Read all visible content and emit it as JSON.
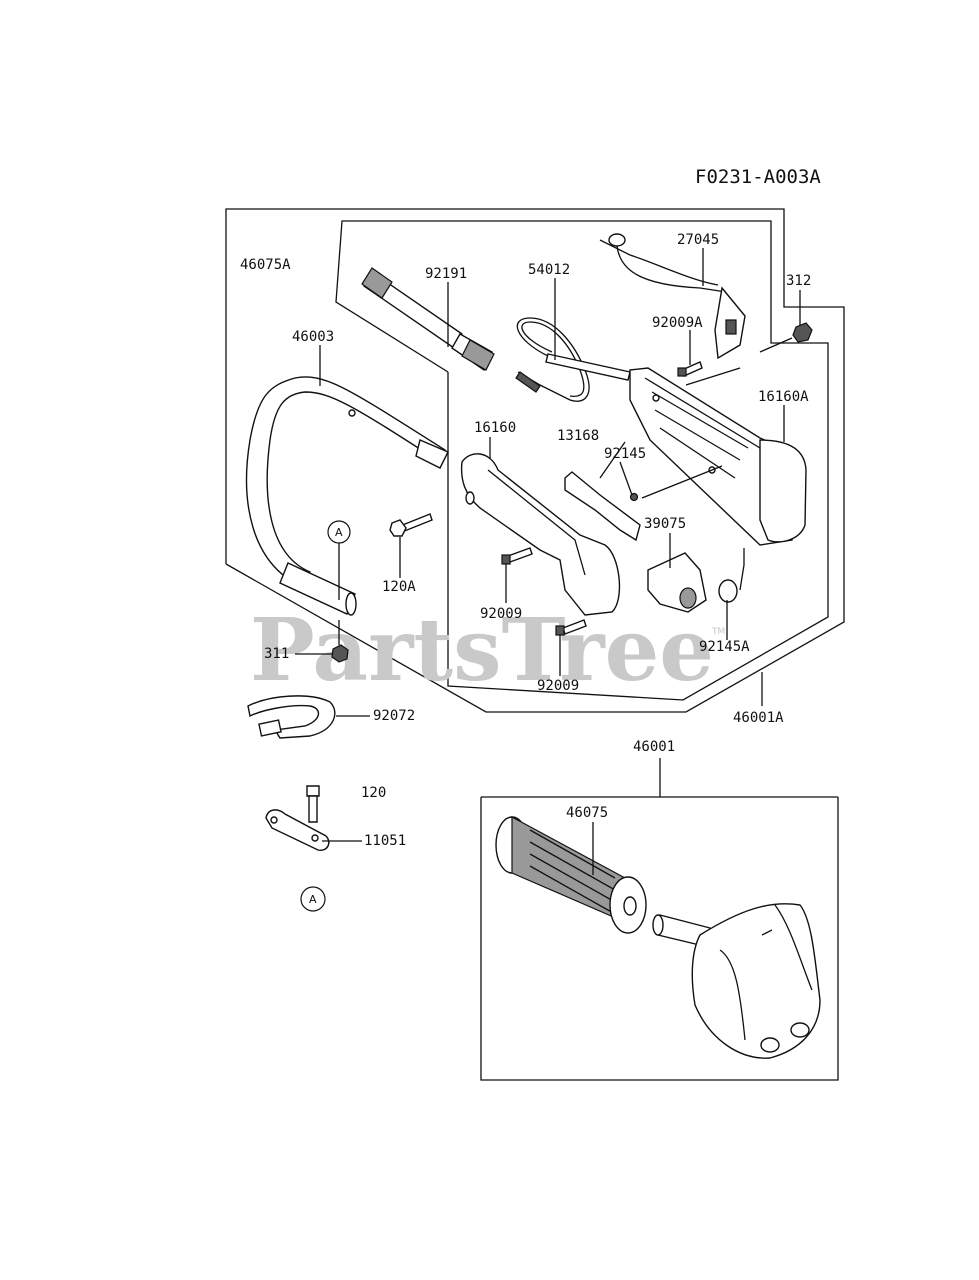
{
  "figure_code": "F0231-A003A",
  "watermark": {
    "text": "PartsTree",
    "mark": "TM"
  },
  "part_labels": {
    "p46075A": "46075A",
    "p92191": "92191",
    "p54012": "54012",
    "p27045": "27045",
    "p312": "312",
    "p92009A": "92009A",
    "p46003": "46003",
    "p16160A": "16160A",
    "p16160": "16160",
    "p13168": "13168",
    "p92145": "92145",
    "p39075": "39075",
    "p120A": "120A",
    "p92009_1": "92009",
    "p92145A": "92145A",
    "p311": "311",
    "p92009_2": "92009",
    "p46001A": "46001A",
    "p92072": "92072",
    "p46001": "46001",
    "p46075": "46075",
    "p120": "120",
    "p11051": "11051"
  },
  "ref_markers": {
    "upper": "A",
    "lower": "A"
  }
}
